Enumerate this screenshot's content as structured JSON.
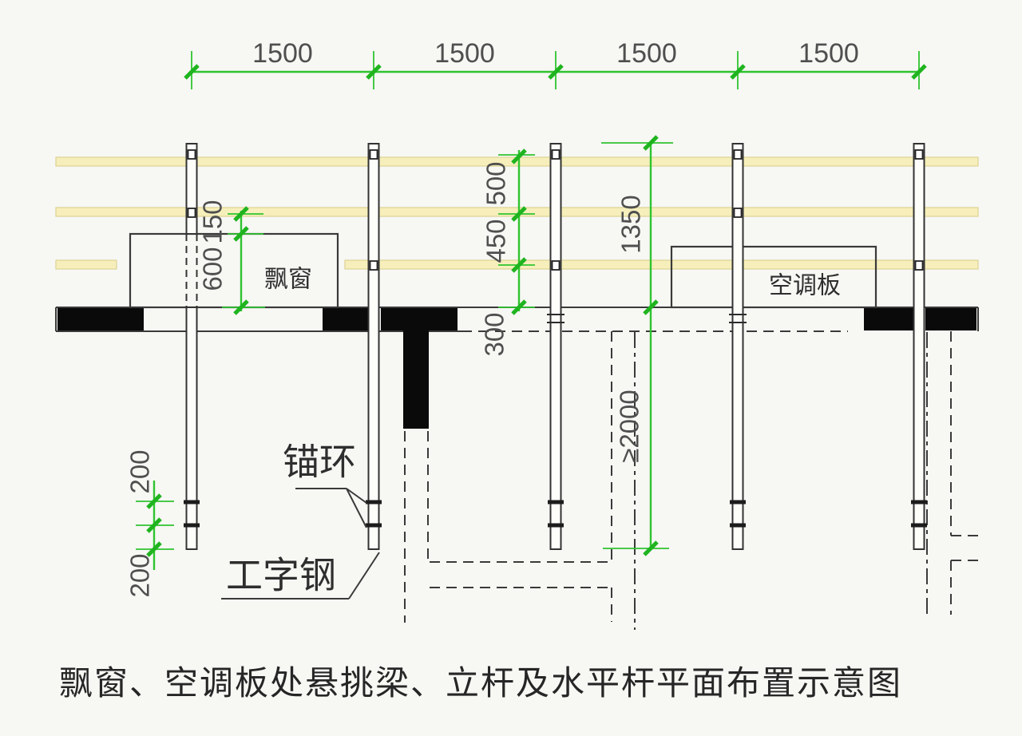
{
  "drawing": {
    "caption": "飘窗、空调板处悬挑梁、立杆及水平杆平面布置示意图",
    "top_dimensions": [
      "1500",
      "1500",
      "1500",
      "1500"
    ],
    "vertical_dims": {
      "d500": "500",
      "d450": "450",
      "d300": "300",
      "d1350": "1350",
      "d2000": "≥2000",
      "d150": "150",
      "d600": "600",
      "d200_upper": "200",
      "d200_lower": "200"
    },
    "labels": {
      "bay_window": "飘窗",
      "ac_board": "空调板",
      "anchor_ring": "锚环",
      "i_beam": "工字钢"
    },
    "colors": {
      "dimension_green": "#2fc42f",
      "line_dark": "#3a3a3a",
      "wall_black": "#0a0a0a",
      "horizontal_bar_fill": "#f6efbb",
      "horizontal_bar_edge": "#ddd393",
      "text_gray": "#4f4f4f",
      "background": "#f7f7f4"
    }
  }
}
